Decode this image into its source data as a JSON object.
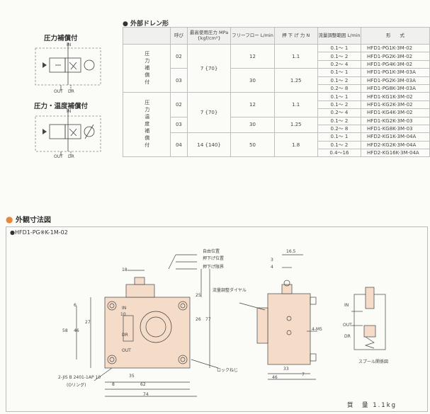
{
  "symbols": {
    "pressure_comp": {
      "title": "圧力補償付",
      "in_label": "IN",
      "out_label": "OUT",
      "dr_label": "DR"
    },
    "pressure_temp_comp": {
      "title": "圧力・温度補償付",
      "in_label": "IN",
      "out_label": "OUT",
      "dr_label": "DR"
    }
  },
  "drain_section": {
    "title": "外部ドレン形",
    "headers": {
      "bore": "呼び",
      "pressure": "最高使用圧力 MPa {kgf/cm²}",
      "free_flow": "フリーフロー L/min",
      "pressure_drop": "押 下 げ 力 N",
      "flow_range": "流量調整範囲 L/min",
      "model": "形　　式"
    },
    "groups": [
      {
        "category": "圧力補償付",
        "pressure": "7 {70}",
        "rows": [
          {
            "bore": "02",
            "free_flow": "12",
            "force": "1.1",
            "items": [
              {
                "range": "0.1〜 1",
                "model": "HFD1-PG1K-3M-02"
              },
              {
                "range": "0.1〜 2",
                "model": "HFD1-PG2K-3M-02"
              },
              {
                "range": "0.2〜 4",
                "model": "HFD1-PG4K-3M-02"
              }
            ]
          },
          {
            "bore": "03",
            "free_flow": "30",
            "force": "1.25",
            "items": [
              {
                "range": "0.1〜 1",
                "model": "HFD1-PG1K-3M-03A"
              },
              {
                "range": "0.1〜 2",
                "model": "HFD1-PG2K-3M-03A"
              },
              {
                "range": "0.2〜 8",
                "model": "HFD1-PG8K-3M-03A"
              }
            ]
          }
        ]
      },
      {
        "category": "圧力温度補償付",
        "rows": [
          {
            "bore": "02",
            "pressure": "7 {70}",
            "free_flow": "12",
            "force": "1.1",
            "items": [
              {
                "range": "0.1〜 1",
                "model": "HFD1-KG1K-3M-02"
              },
              {
                "range": "0.1〜 2",
                "model": "HFD1-KG2K-3M-02"
              },
              {
                "range": "0.2〜 4",
                "model": "HFD1-KG4K-3M-02"
              }
            ]
          },
          {
            "bore": "03",
            "free_flow": "30",
            "force": "1.25",
            "items": [
              {
                "range": "0.1〜 2",
                "model": "HFD1-KG2K-3M-03"
              },
              {
                "range": "0.2〜 8",
                "model": "HFD1-KG8K-3M-03"
              }
            ]
          },
          {
            "bore": "04",
            "pressure": "14 {140}",
            "free_flow": "50",
            "force": "1.8",
            "items": [
              {
                "range": "0.1〜 1",
                "model": "HFD2-KG1K-3M-04A"
              },
              {
                "range": "0.1〜 2",
                "model": "HFD2-KG2K-3M-04A"
              },
              {
                "range": "0.4〜16",
                "model": "HFD2-KG16K-3M-04A"
              }
            ]
          }
        ]
      }
    ]
  },
  "dimension_section": {
    "title": "外観寸法図",
    "model": "●HFD1-PG※K-1M-02",
    "labels": {
      "free_pos": "自由位置",
      "pressed_pos": "押下げ位置",
      "pressed_limit": "押下げ限界",
      "flow_dial": "流量調整ダイヤル",
      "lock_screw": "ロックねじ",
      "oring": "2-JIS B 2401-1AP 10",
      "oring2": "(Oリング)",
      "tap": "4-M5",
      "spool": "スプール関係図",
      "in": "IN",
      "out": "OUT",
      "dr": "DR"
    },
    "dims": {
      "d16_5": "16.5",
      "d3": "3",
      "d4": "4",
      "d18": "18",
      "d6": "6",
      "d25": "25",
      "d26": "26",
      "d27": "27",
      "d46": "46",
      "d58": "58",
      "d77": "77",
      "d10": "10",
      "d35": "35",
      "d62": "62",
      "d74": "74",
      "d8": "8",
      "d33": "33",
      "d46b": "46",
      "d7": "7"
    },
    "weight": "質　量 1.1kg"
  },
  "colors": {
    "accent": "#e8863a",
    "body_fill": "#f4dcc8",
    "line": "#444444"
  }
}
